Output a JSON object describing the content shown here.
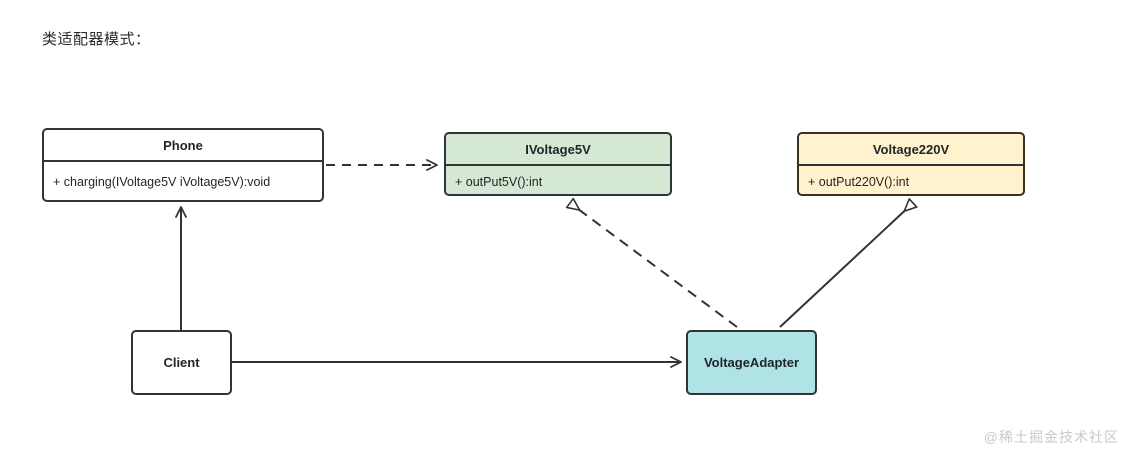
{
  "diagram": {
    "title": "类适配器模式：",
    "watermark": "@稀土掘金技术社区",
    "colors": {
      "stroke": "#2f3437",
      "interface_fill": "#d5e8d4",
      "adaptee_fill": "#fff2cc",
      "adapter_fill": "#b0e3e6",
      "plain_fill": "#ffffff",
      "background": "#ffffff",
      "watermark_text": "#c9c9c9"
    },
    "classes": [
      {
        "id": "phone",
        "name": "Phone",
        "members": [
          "+ charging(IVoltage5V iVoltage5V):void"
        ],
        "fill": "#ffffff"
      },
      {
        "id": "ivoltage5v",
        "name": "IVoltage5V",
        "members": [
          "+ outPut5V():int"
        ],
        "fill": "#d5e8d4"
      },
      {
        "id": "voltage220v",
        "name": "Voltage220V",
        "members": [
          "+ outPut220V():int"
        ],
        "fill": "#fff2cc"
      },
      {
        "id": "client",
        "name": "Client",
        "members": [],
        "fill": "#ffffff"
      },
      {
        "id": "voltageadapter",
        "name": "VoltageAdapter",
        "members": [],
        "fill": "#b0e3e6"
      }
    ],
    "relations": [
      {
        "id": "phone-to-ivoltage5v",
        "from": "phone",
        "to": "ivoltage5v",
        "style": "dashed",
        "arrow": "open",
        "kind": "dependency"
      },
      {
        "id": "client-to-phone",
        "from": "client",
        "to": "phone",
        "style": "solid",
        "arrow": "open",
        "kind": "association"
      },
      {
        "id": "client-to-voltageadapter",
        "from": "client",
        "to": "voltageadapter",
        "style": "solid",
        "arrow": "open",
        "kind": "association"
      },
      {
        "id": "voltageadapter-to-ivoltage5v",
        "from": "voltageadapter",
        "to": "ivoltage5v",
        "style": "dashed",
        "arrow": "hollow-triangle",
        "kind": "realization"
      },
      {
        "id": "voltageadapter-to-voltage220v",
        "from": "voltageadapter",
        "to": "voltage220v",
        "style": "solid",
        "arrow": "hollow-triangle",
        "kind": "generalization"
      }
    ]
  }
}
